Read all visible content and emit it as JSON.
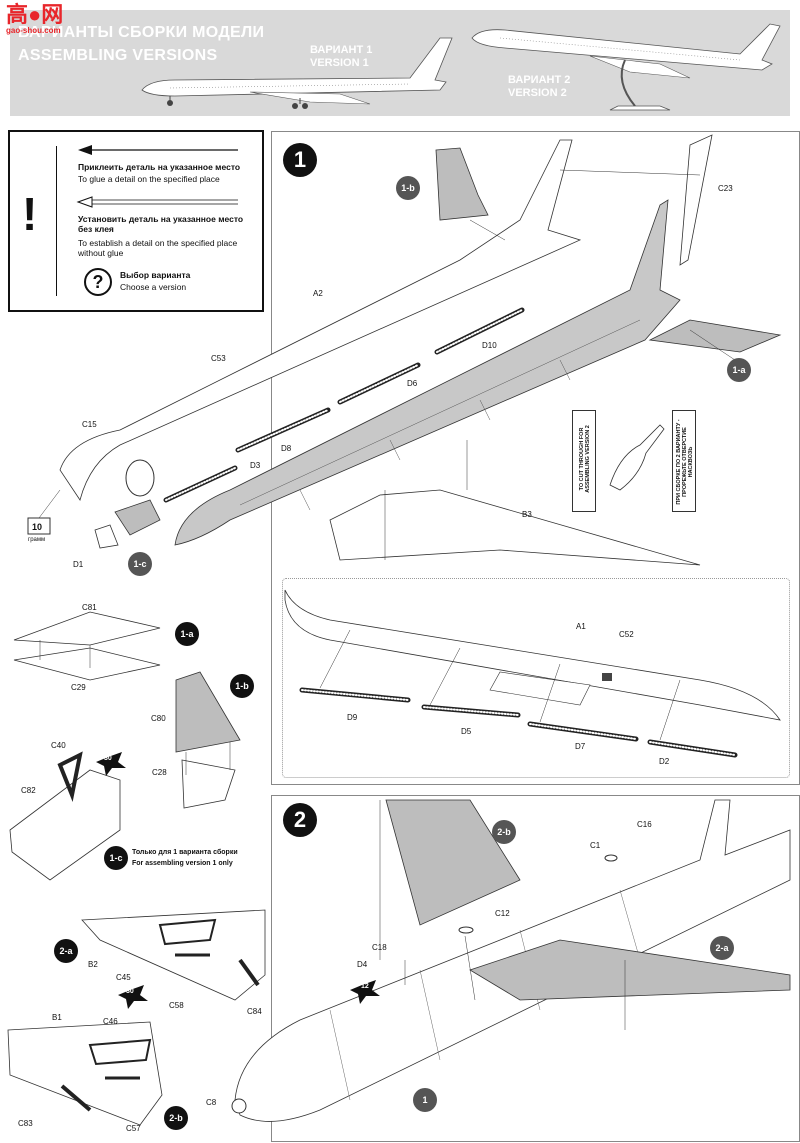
{
  "header": {
    "title_ru": "ВАРИАНТЫ СБОРКИ МОДЕЛИ",
    "title_en": "ASSEMBLING VERSIONS",
    "version1_ru": "ВАРИАНТ 1",
    "version1_en": "VERSION 1",
    "version2_ru": "ВАРИАНТ 2",
    "version2_en": "VERSION 2"
  },
  "watermark": {
    "big": "高●网",
    "small": "gao-shou.com"
  },
  "legend": {
    "glue_ru": "Приклеить деталь на указанное место",
    "glue_en": "To glue a detail on the specified place",
    "noglue_ru": "Установить деталь на указанное место без клея",
    "noglue_en": "To establish a detail on the specified place without glue",
    "choose_ru": "Выбор варианта",
    "choose_en": "Choose a version",
    "exclaim": "!",
    "question": "?"
  },
  "step1": {
    "number": "1",
    "parts": {
      "A2": "A2",
      "C23": "C23",
      "D10": "D10",
      "C53": "C53",
      "D6": "D6",
      "C15": "C15",
      "D8": "D8",
      "D3": "D3",
      "B3": "B3",
      "D1": "D1",
      "A1": "A1",
      "C52": "C52",
      "D9": "D9",
      "D5": "D5",
      "D7": "D7",
      "D2": "D2"
    },
    "badges": {
      "b1b": "1-b",
      "b1a": "1-a",
      "b1c": "1-c"
    },
    "weight_value": "10",
    "weight_unit": "грамм",
    "cut_en": "TO CUT THROUGH FOR ASSEMBLING VERSION 2",
    "cut_ru": "ПРИ СБОРКЕ ПО 2 ВАРИАНТУ - ПРОРЕЖЬТЕ ОТВЕРСТИЕ НАСКВОЗЬ"
  },
  "sub1a": {
    "badge": "1-a",
    "c81": "C81",
    "c29": "C29"
  },
  "sub1b": {
    "badge": "1-b",
    "c80": "C80",
    "c28": "C28"
  },
  "sub1c": {
    "badge": "1-c",
    "c40": "C40",
    "c82": "C82",
    "star": "30",
    "note_ru": "Только для 1 варианта сборки",
    "note_en": "For assembling version 1 only"
  },
  "sub2a": {
    "badge": "2-a",
    "b2": "B2",
    "c45": "C45",
    "c58": "C58",
    "c84": "C84",
    "star": "30"
  },
  "sub2b": {
    "badge": "2-b",
    "b1": "B1",
    "c46": "C46",
    "c83": "C83",
    "c57": "C57"
  },
  "step2": {
    "number": "2",
    "parts": {
      "c1": "C1",
      "c16": "C16",
      "c12": "C12",
      "c18": "C18",
      "d4": "D4",
      "c8": "C8"
    },
    "badges": {
      "b2b": "2-b",
      "b2a": "2-a",
      "b1": "1"
    },
    "star": "12"
  },
  "colors": {
    "header_bg": "#d9d9d9",
    "part_grey": "#b5b5b5",
    "accent_red": "#e8262b"
  }
}
